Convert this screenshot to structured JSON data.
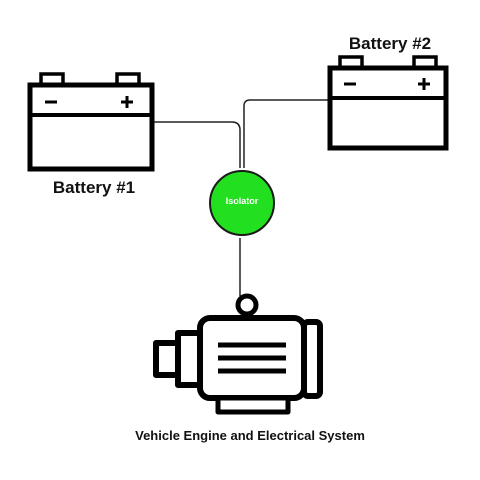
{
  "battery_1": {
    "label": "Battery #1",
    "negative_symbol": "−",
    "positive_symbol": "+"
  },
  "battery_2": {
    "label": "Battery #2",
    "negative_symbol": "−",
    "positive_symbol": "+"
  },
  "isolator": {
    "label": "Isolator",
    "color": "#22e01f"
  },
  "engine": {
    "label": "Vehicle Engine and Electrical System",
    "icon": "electric-motor-icon"
  },
  "wire_color": "#222222",
  "outline_color": "#000000"
}
